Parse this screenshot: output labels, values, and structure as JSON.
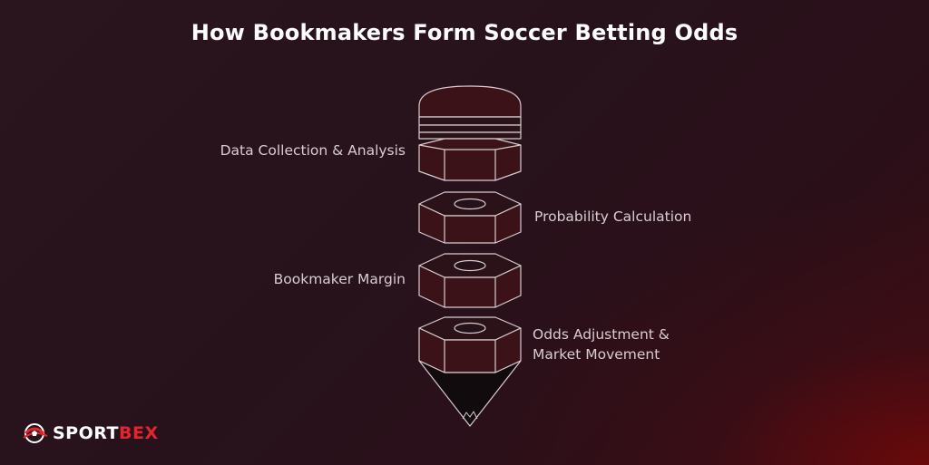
{
  "title": "How Bookmakers Form Soccer Betting Odds",
  "steps": [
    {
      "label": "Data Collection & Analysis"
    },
    {
      "label": "Probability Calculation"
    },
    {
      "label": "Bookmaker Margin"
    },
    {
      "label_line1": "Odds Adjustment &",
      "label_line2": "Market Movement"
    }
  ],
  "logo": {
    "part1": "SPORT",
    "part2": "BEX"
  },
  "colors": {
    "block_fill": "#3a1217",
    "block_top": "#2b1218",
    "outline": "#d7cdd0",
    "accent_red": "#e5252d"
  }
}
